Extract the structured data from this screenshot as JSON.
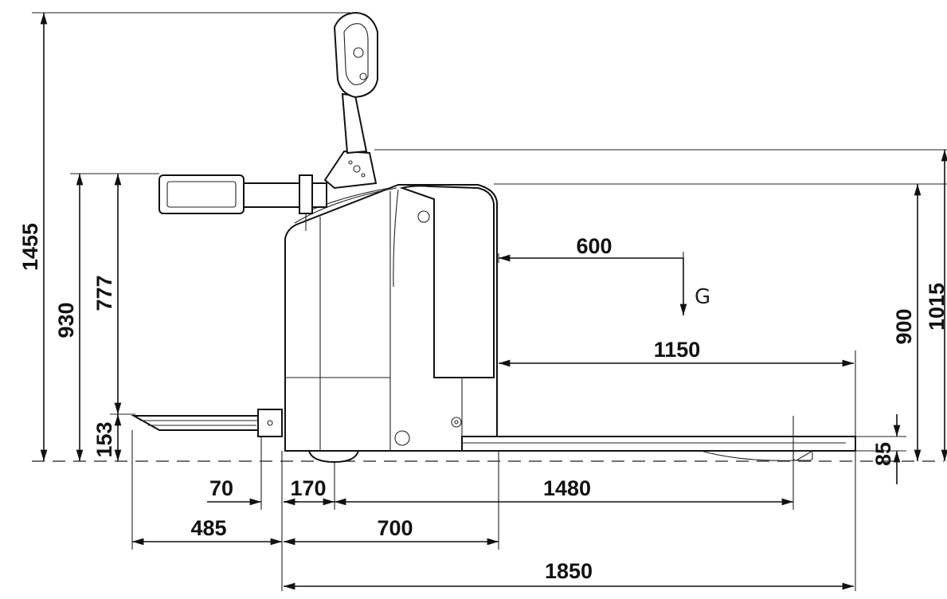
{
  "dimensions": {
    "overall_height": "1455",
    "tiller_height_930": "930",
    "tiller_height_777": "777",
    "platform_height": "153",
    "platform_offset": "70",
    "wheel_offset": "170",
    "fork_length": "1480",
    "platform_length": "485",
    "chassis_length": "700",
    "overall_length": "1850",
    "load_center": "600",
    "fork_reach": "1150",
    "lift_height_900": "900",
    "lift_height_1015": "1015",
    "fork_height": "85"
  },
  "center_of_gravity_label": "G"
}
